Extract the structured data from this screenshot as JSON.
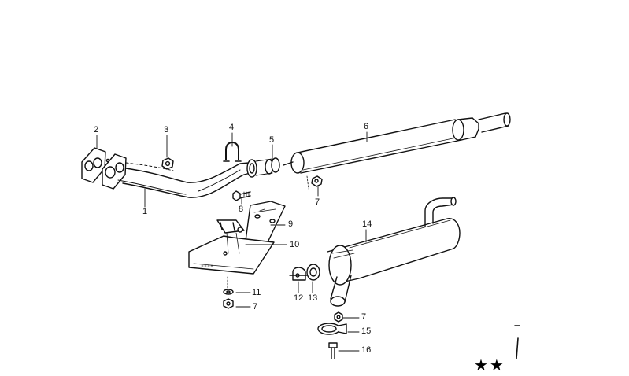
{
  "diagram": {
    "callouts": [
      {
        "id": "label-2",
        "text": "2"
      },
      {
        "id": "label-3",
        "text": "3"
      },
      {
        "id": "label-4",
        "text": "4"
      },
      {
        "id": "label-5",
        "text": "5"
      },
      {
        "id": "label-6",
        "text": "6"
      },
      {
        "id": "label-1",
        "text": "1"
      },
      {
        "id": "label-8",
        "text": "8"
      },
      {
        "id": "label-7a",
        "text": "7"
      },
      {
        "id": "label-9",
        "text": "9"
      },
      {
        "id": "label-10",
        "text": "10"
      },
      {
        "id": "label-14",
        "text": "14"
      },
      {
        "id": "label-11",
        "text": "11"
      },
      {
        "id": "label-7b",
        "text": "7"
      },
      {
        "id": "label-12",
        "text": "12"
      },
      {
        "id": "label-13",
        "text": "13"
      },
      {
        "id": "label-7c",
        "text": "7"
      },
      {
        "id": "label-15",
        "text": "15"
      },
      {
        "id": "label-16",
        "text": "16"
      }
    ],
    "footer_mark": "★★"
  }
}
